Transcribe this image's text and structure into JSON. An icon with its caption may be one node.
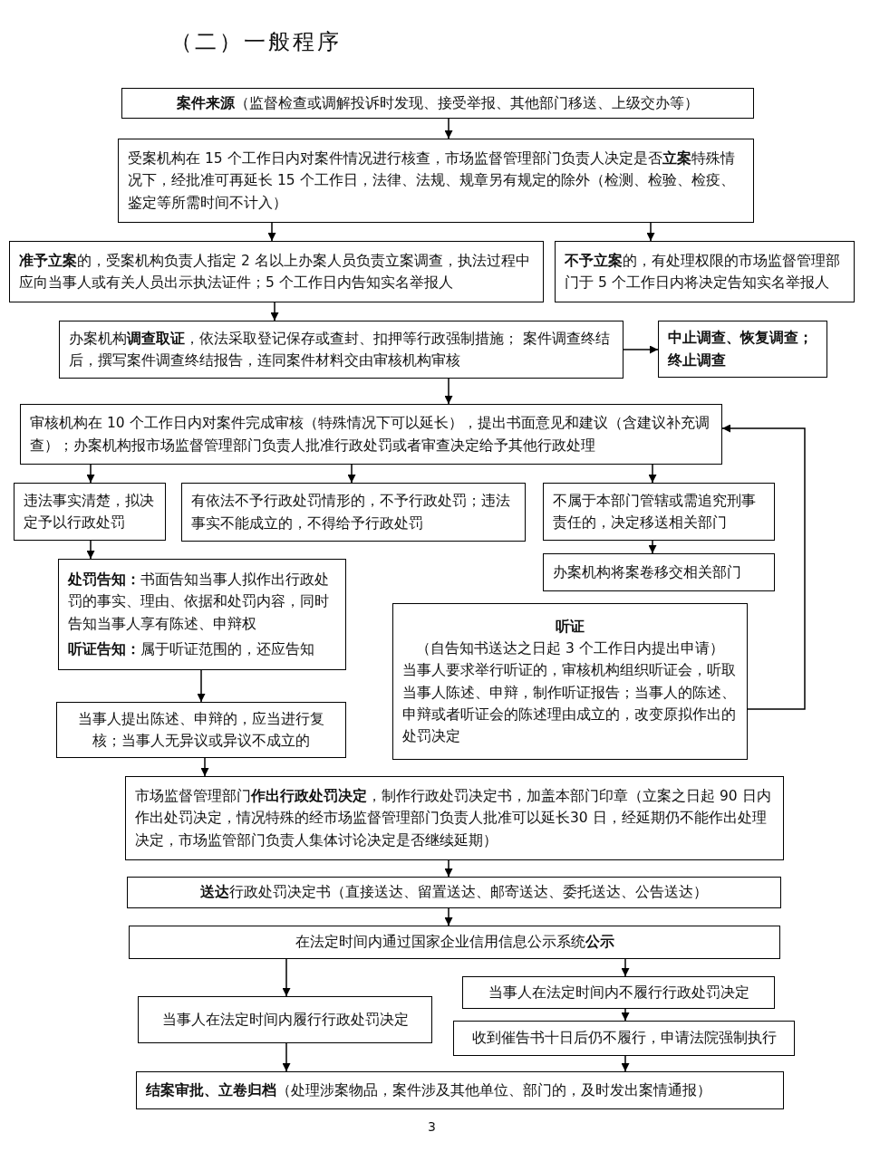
{
  "diagram": {
    "title": "（二）一般程序",
    "nodes": [
      {
        "text": [
          "**案件来源**（监督检查或调解投诉时发现、接受举报、其他部门移送、上级交办等）"
        ]
      },
      {
        "text": [
          "受案机构在 15 个工作日内对案件情况进行核查，市场监督管理部门负责人决定是否**立案**特殊情况下，经批准可再延长 15 个工作日，法律、法规、规章另有规定的除外（检测、检验、检疫、鉴定等所需时间不计入）"
        ]
      },
      {
        "text": [
          "**准予立案**的，受案机构负责人指定 2 名以上办案人员负责立案调查，执法过程中应向当事人或有关人员出示执法证件；5 个工作日内告知实名举报人"
        ]
      },
      {
        "text": [
          "**不予立案**的，有处理权限的市场监督管理部门于 5 个工作日内将决定告知实名举报人"
        ]
      },
      {
        "text": [
          "办案机构**调查取证**，依法采取登记保存或查封、扣押等行政强制措施； 案件调查终结后，撰写案件调查终结报告，连同案件材料交由审核机构审核"
        ]
      },
      {
        "text": [
          "中止调查、恢复调查；终止调查"
        ]
      },
      {
        "text": [
          "审核机构在 10 个工作日内对案件完成审核（特殊情况下可以延长），提出书面意见和建议（含建议补充调查）；办案机构报市场监督管理部门负责人批准行政处罚或者审查决定给予其他行政处理"
        ]
      },
      {
        "text": [
          "违法事实清楚，拟决定予以行政处罚"
        ]
      },
      {
        "text": [
          "有依法不予行政处罚情形的，不予行政处罚；违法事实不能成立的，不得给予行政处罚"
        ]
      },
      {
        "text": [
          "不属于本部门管辖或需追究刑事责任的，决定移送相关部门"
        ]
      },
      {
        "text": [
          "办案机构将案卷移交相关部门"
        ]
      },
      {
        "text": [
          "**处罚告知：**书面告知当事人拟作出行政处罚的事实、理由、依据和处罚内容，同时告知当事人享有陈述、申辩权",
          "**听证告知：**属于听证范围的，还应告知"
        ]
      },
      {
        "text": [
          "听证",
          "（自告知书送达之日起 3 个工作日内提出申请）",
          "当事人要求举行听证的，审核机构组织听证会，听取当事人陈述、申辩，制作听证报告；当事人的陈述、申辩或者听证会的陈述理由成立的，改变原拟作出的处罚决定"
        ]
      },
      {
        "text": [
          "当事人提出陈述、申辩的，应当进行复核；当事人无异议或异议不成立的"
        ]
      },
      {
        "text": [
          "市场监督管理部门**作出行政处罚决定**，制作行政处罚决定书，加盖本部门印章（立案之日起 90 日内作出处罚决定，情况特殊的经市场监督管理部门负责人批准可以延长30 日，经延期仍不能作出处理决定，市场监管部门负责人集体讨论决定是否继续延期）"
        ]
      },
      {
        "text": [
          "**送达**行政处罚决定书（直接送达、留置送达、邮寄送达、委托送达、公告送达）"
        ]
      },
      {
        "text": [
          "在法定时间内通过国家企业信用信息公示系统**公示**"
        ]
      },
      {
        "text": [
          "当事人在法定时间内履行行政处罚决定"
        ]
      },
      {
        "text": [
          "当事人在法定时间内不履行行政处罚决定"
        ]
      },
      {
        "text": [
          "收到催告书十日后仍不履行，申请法院强制执行"
        ]
      },
      {
        "text": [
          "**结案审批、立卷归档**（处理涉案物品，案件涉及其他单位、部门的，及时发出案情通报）"
        ]
      }
    ],
    "edges": [
      {
        "from": 0,
        "to": 1,
        "arrow": "to"
      },
      {
        "from": 1,
        "to": 2,
        "arrow": "to"
      },
      {
        "from": 1,
        "to": 3,
        "arrow": "to"
      },
      {
        "from": 2,
        "to": 4,
        "arrow": "to"
      },
      {
        "from": 4,
        "to": 5,
        "arrow": "to"
      },
      {
        "from": 4,
        "to": 6,
        "arrow": "to"
      },
      {
        "from": 6,
        "to": 7,
        "arrow": "to"
      },
      {
        "from": 6,
        "to": 8,
        "arrow": "to"
      },
      {
        "from": 6,
        "to": 9,
        "arrow": "to"
      },
      {
        "from": 7,
        "to": 11,
        "arrow": "to"
      },
      {
        "from": 9,
        "to": 10,
        "arrow": "to"
      },
      {
        "from": 11,
        "to": 13,
        "arrow": "to"
      },
      {
        "from": 12,
        "to": 6,
        "arrow": "to"
      },
      {
        "from": 13,
        "to": 14,
        "arrow": "to"
      },
      {
        "from": 14,
        "to": 15,
        "arrow": "to"
      },
      {
        "from": 15,
        "to": 16,
        "arrow": "to"
      },
      {
        "from": 16,
        "to": 17,
        "arrow": "to"
      },
      {
        "from": 16,
        "to": 18,
        "arrow": "to"
      },
      {
        "from": 18,
        "to": 19,
        "arrow": "to"
      },
      {
        "from": 17,
        "to": 20,
        "arrow": "to"
      },
      {
        "from": 19,
        "to": 20,
        "arrow": "to"
      }
    ],
    "labels": [
      "3"
    ]
  }
}
